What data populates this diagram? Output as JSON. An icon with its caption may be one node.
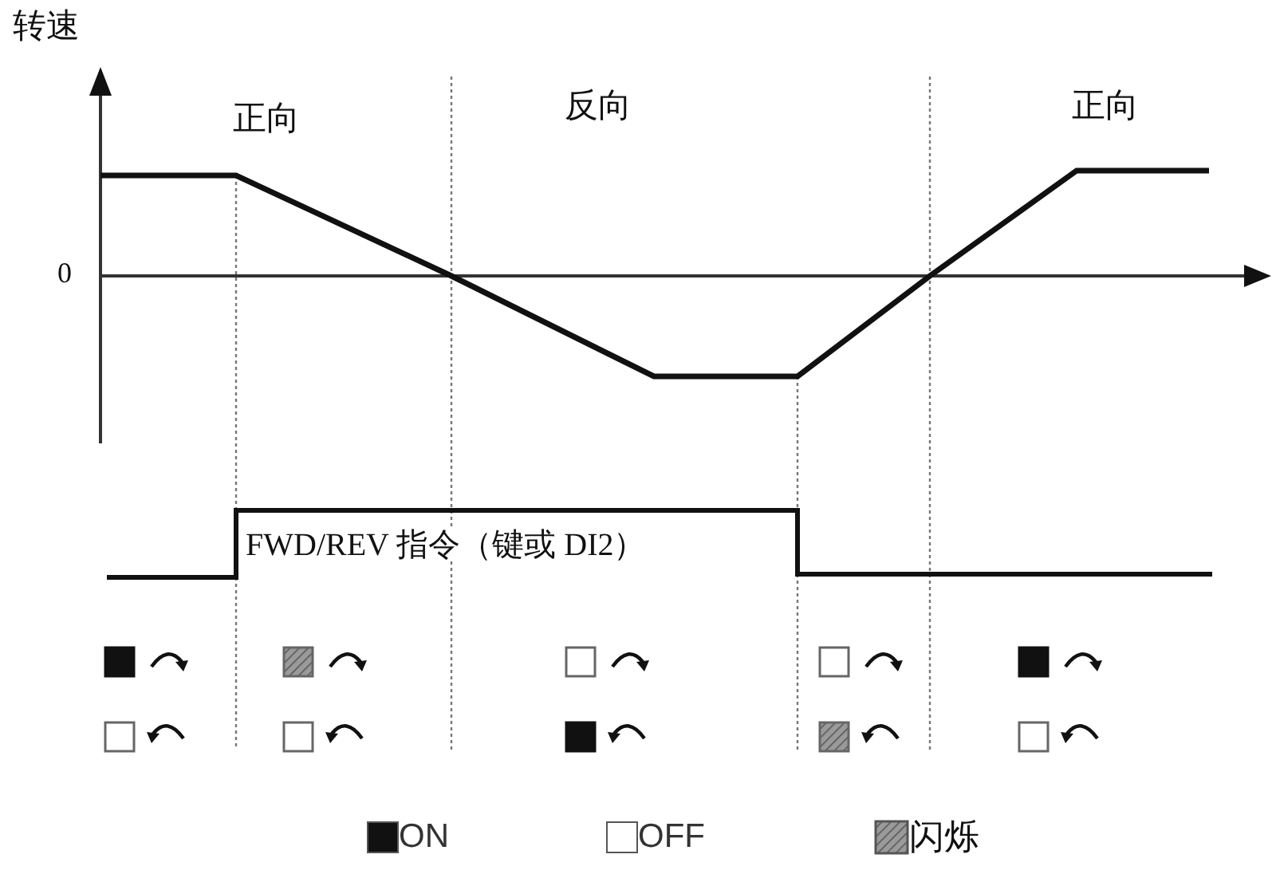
{
  "diagram": {
    "labels": [
      "转速",
      "正向",
      "反向",
      "正向",
      "0",
      "FWD/REV 指令（键或 DI2）"
    ],
    "legend": [
      {
        "text": "ON",
        "color": "#111111"
      },
      {
        "text": "OFF",
        "color": "#ffffff"
      },
      {
        "text": "闪烁"
      }
    ]
  }
}
